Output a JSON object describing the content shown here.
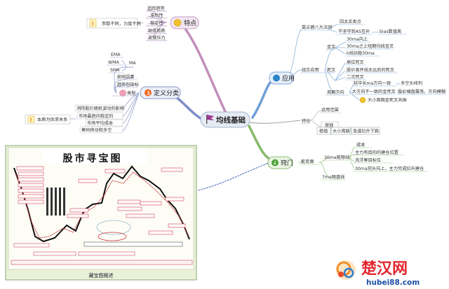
{
  "central": {
    "title": "均线基础"
  },
  "tedian": {
    "title": "特点",
    "items": [
      "追踪趋势",
      "滞后性",
      "稳定性",
      "助涨助跌",
      "支撑压力"
    ],
    "note": "参数不同，力度不同"
  },
  "dingyi": {
    "title": "定义分类",
    "leixing": "类型",
    "ma_items": [
      "EMA",
      "WMA",
      "SMA"
    ],
    "ma_root": "MA",
    "yingxiang": "影响因素",
    "qushi": "趋势包指标",
    "props": [
      "消除股价随机波动的影响",
      "市场最趋向稳定的",
      "市场平均成本",
      "筹码移动和多空"
    ],
    "note": "本质为供求关系"
  },
  "yingyong": {
    "title": "应用",
    "granville": {
      "label": "葛兰碧八大法则",
      "children": [
        "因太买卖点",
        "不坚守到AS互补",
        "bias数值离"
      ]
    },
    "zuhe": {
      "label": "组合应用",
      "jincha": {
        "label": "金叉",
        "items": [
          "30ma向上",
          "30ma之上短期均线金叉",
          "k线站稳30ma"
        ]
      },
      "sicha": {
        "label": "死叉",
        "items": [
          "高位死叉",
          "股价离开线太远后的死叉",
          "二次死叉"
        ]
      },
      "zhouqi": {
        "label": "周期方向",
        "row1": [
          "较中长ma方向一致",
          "多空头排列"
        ],
        "row2": [
          "大方向不一致的金死叉",
          "股价横盘震荡，方向模糊"
        ],
        "row3": "大小周期金死叉共振"
      }
    }
  },
  "zhuanzhe": {
    "label": "转化",
    "fanwei": "运用范围",
    "guize": "原理",
    "tags": [
      "稳值",
      "大小周期",
      "急速拉升下跌"
    ]
  },
  "qiaomen": {
    "title": "窍门",
    "jianhua": "能变面",
    "ma30": {
      "label": "30ma能够线",
      "items": [
        "成本",
        "主力有目的的建仓位置",
        "洗浮筹目标位",
        "30ma拐头向上，主力完成拉升建仓"
      ]
    },
    "ma7": "7ma随盘线"
  },
  "image": {
    "title": "股市寻宝图",
    "caption": "藏宝图概述"
  },
  "watermark": {
    "text": "楚汉网",
    "url": "hubei88.com"
  }
}
